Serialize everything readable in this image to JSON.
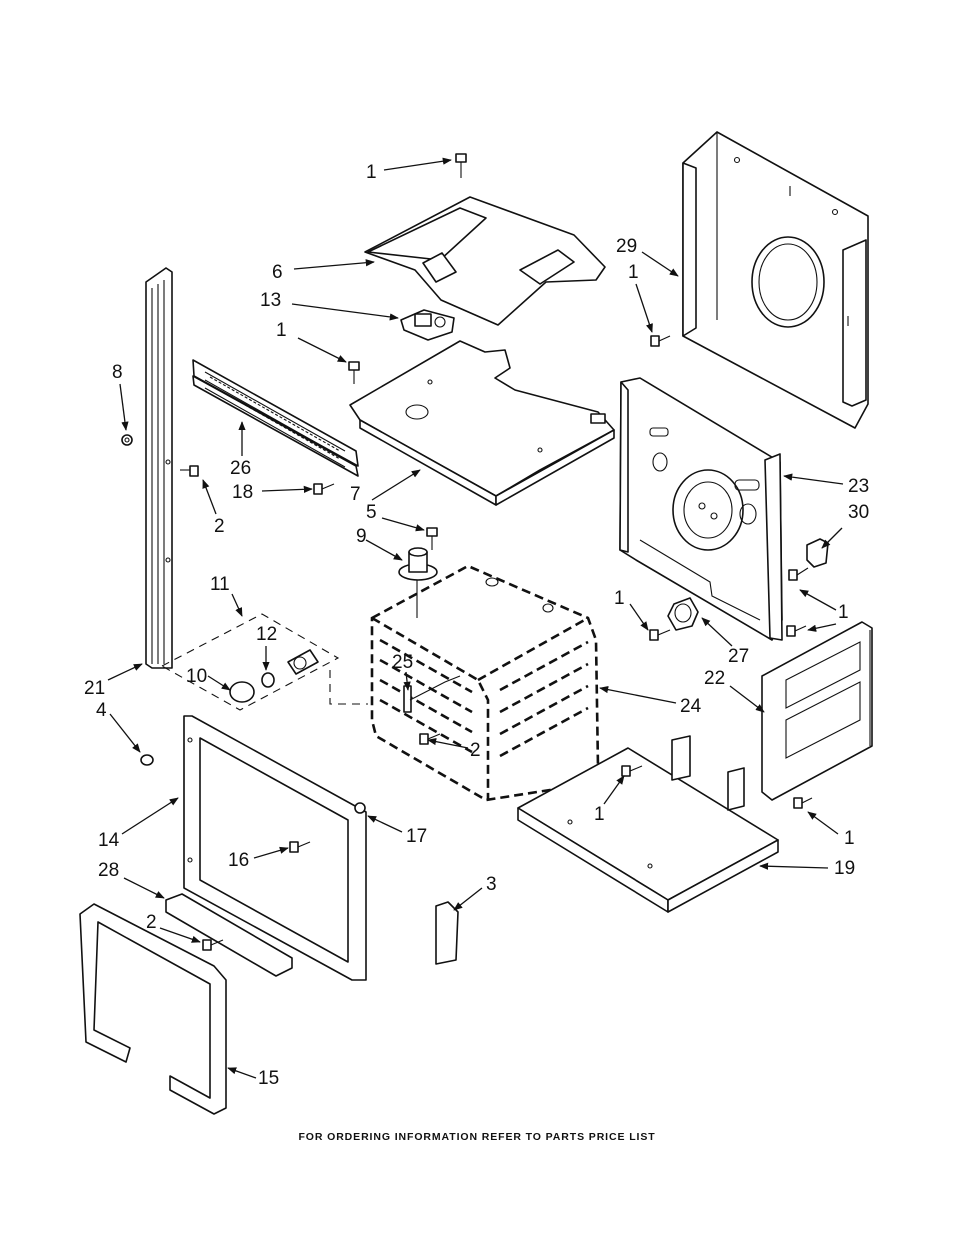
{
  "footer_note": "FOR ORDERING INFORMATION REFER TO PARTS PRICE LIST",
  "callouts": {
    "c1_top": "1",
    "c6": "6",
    "c13": "13",
    "c1_mid": "1",
    "c29": "29",
    "c1_right_top": "1",
    "c8": "8",
    "c26": "26",
    "c2_left": "2",
    "c18": "18",
    "c7": "7",
    "c23": "23",
    "c5": "5",
    "c30": "30",
    "c9": "9",
    "c11": "11",
    "c12": "12",
    "c1_right_mid": "1",
    "c1_far_right": "1",
    "c27": "27",
    "c25": "25",
    "c10": "10",
    "c21": "21",
    "c22": "22",
    "c24": "24",
    "c4": "4",
    "c2_center": "2",
    "c1_bottom_mid": "1",
    "c14": "14",
    "c17": "17",
    "c1_bottom_right": "1",
    "c16": "16",
    "c19": "19",
    "c28": "28",
    "c3": "3",
    "c2_bottom": "2",
    "c15": "15"
  }
}
